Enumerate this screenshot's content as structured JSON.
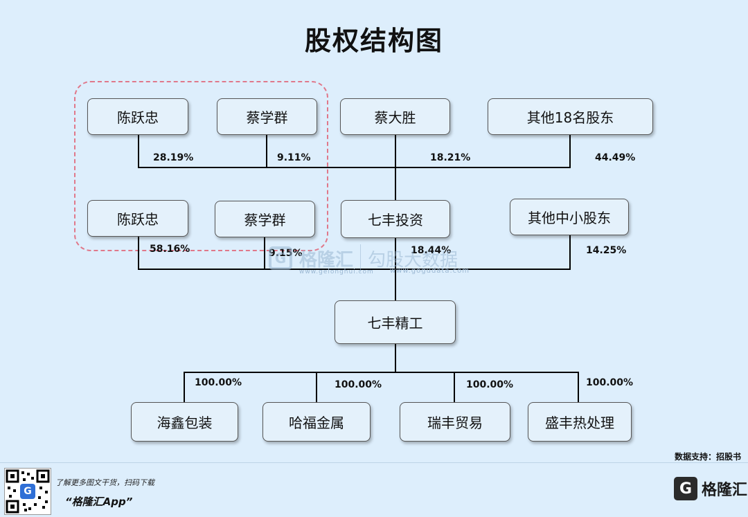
{
  "title": "股权结构图",
  "nodes": {
    "chen1": "陈跃忠",
    "cai1": "蔡学群",
    "caidasheng": "蔡大胜",
    "others18": "其他18名股东",
    "chen2": "陈跃忠",
    "cai2": "蔡学群",
    "qifeng_invest": "七丰投资",
    "others_small": "其他中小股东",
    "qifeng_jinggong": "七丰精工",
    "haixin": "海鑫包装",
    "hafu": "哈福金属",
    "ruifeng": "瑞丰贸易",
    "shengfeng": "盛丰热处理"
  },
  "percentages": {
    "chen1": "28.19%",
    "cai1": "9.11%",
    "caidasheng": "18.21%",
    "others18": "44.49%",
    "chen2": "58.16%",
    "cai2": "9.15%",
    "qifeng_invest": "18.44%",
    "others_small": "14.25%",
    "haixin": "100.00%",
    "hafu": "100.00%",
    "ruifeng": "100.00%",
    "shengfeng": "100.00%"
  },
  "watermark": {
    "g": "G",
    "brand": "格隆汇",
    "sub1": "www.gelonghui.com",
    "tagline": "勾股大数据",
    "sub2": "www.gogudata.com"
  },
  "source": "数据支持：招股书",
  "footer": {
    "line1": "了解更多图文干货，扫码下载",
    "line2": "“格隆汇App”",
    "qr_badge": "G",
    "logo_g": "G",
    "logo_text": "格隆汇"
  }
}
